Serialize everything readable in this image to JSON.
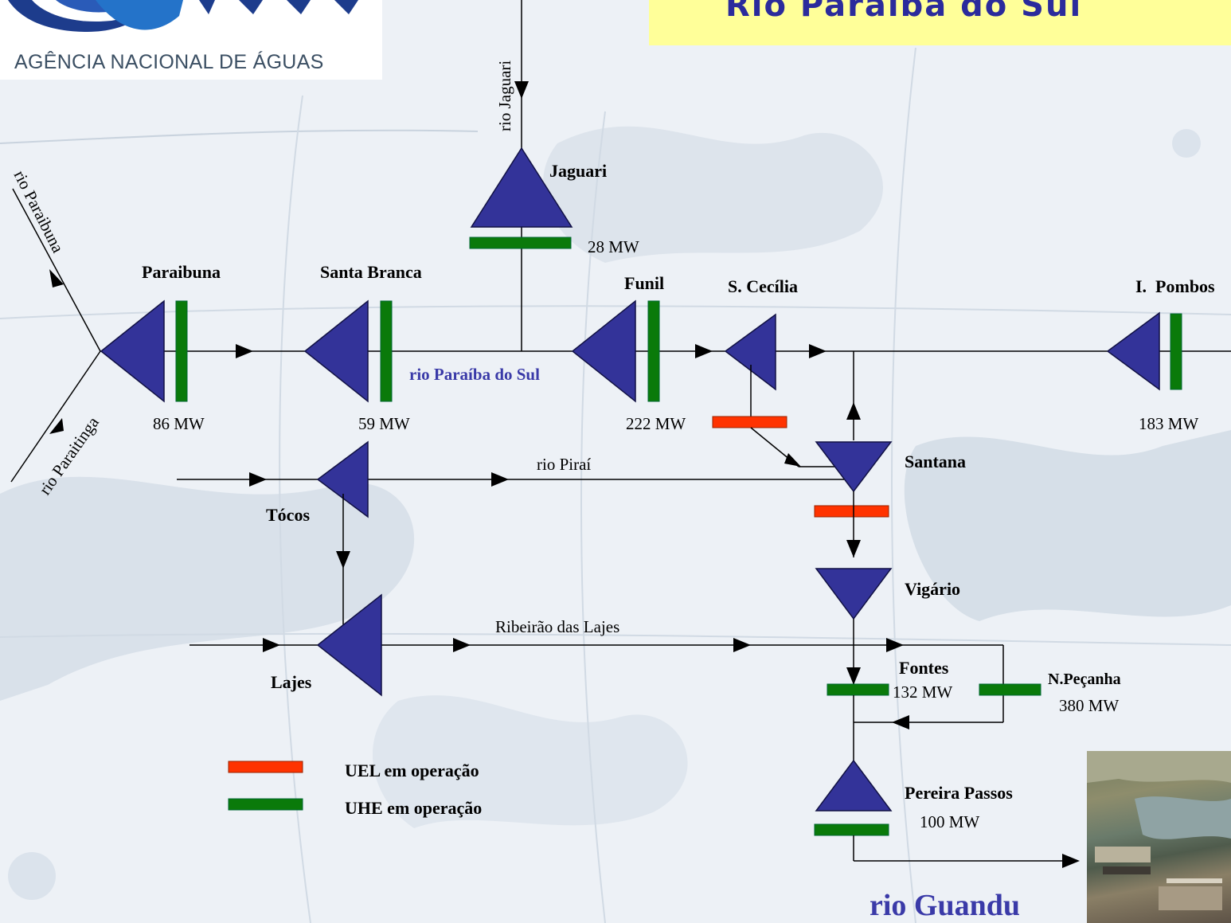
{
  "header": {
    "agency_caption": "AGÊNCIA NACIONAL DE ÁGUAS",
    "title": "Rio Paraíba do Sul"
  },
  "rivers": {
    "jaguari": "rio Jaguari",
    "paraibuna": "rio Paraibuna",
    "paraitinga": "rio Paraitinga",
    "paraiba_do_sul": "rio Paraíba do Sul",
    "pirai": "rio Piraí",
    "lajes": "Ribeirão das Lajes",
    "guandu": "rio Guandu"
  },
  "plants": {
    "paraibuna": {
      "name": "Paraibuna",
      "power": "86 MW"
    },
    "santa_branca": {
      "name": "Santa Branca",
      "power": "59 MW"
    },
    "jaguari": {
      "name": "Jaguari",
      "power": "28 MW"
    },
    "funil": {
      "name": "Funil",
      "power": "222 MW"
    },
    "santa_cecilia": {
      "name": "S. Cecília"
    },
    "ilha_pombos": {
      "name": "I.  Pombos",
      "power": "183 MW"
    },
    "santana": {
      "name": "Santana"
    },
    "tocos": {
      "name": "Tócos"
    },
    "vigario": {
      "name": "Vigário"
    },
    "lajes": {
      "name": "Lajes"
    },
    "fontes": {
      "name": "Fontes",
      "power": "132 MW"
    },
    "nilo_pecanha": {
      "name": "N.Peçanha",
      "power": "380 MW"
    },
    "pereira_passos": {
      "name": "Pereira Passos",
      "power": "100 MW"
    }
  },
  "legend": {
    "uel": "UEL em operação",
    "uhe": "UHE em operação"
  },
  "colors": {
    "reservoir": "#333399",
    "uhe": "#0a7a0a",
    "uel": "#ff3300",
    "title_bg": "#ffff99",
    "title_text": "#2b2b9c"
  }
}
